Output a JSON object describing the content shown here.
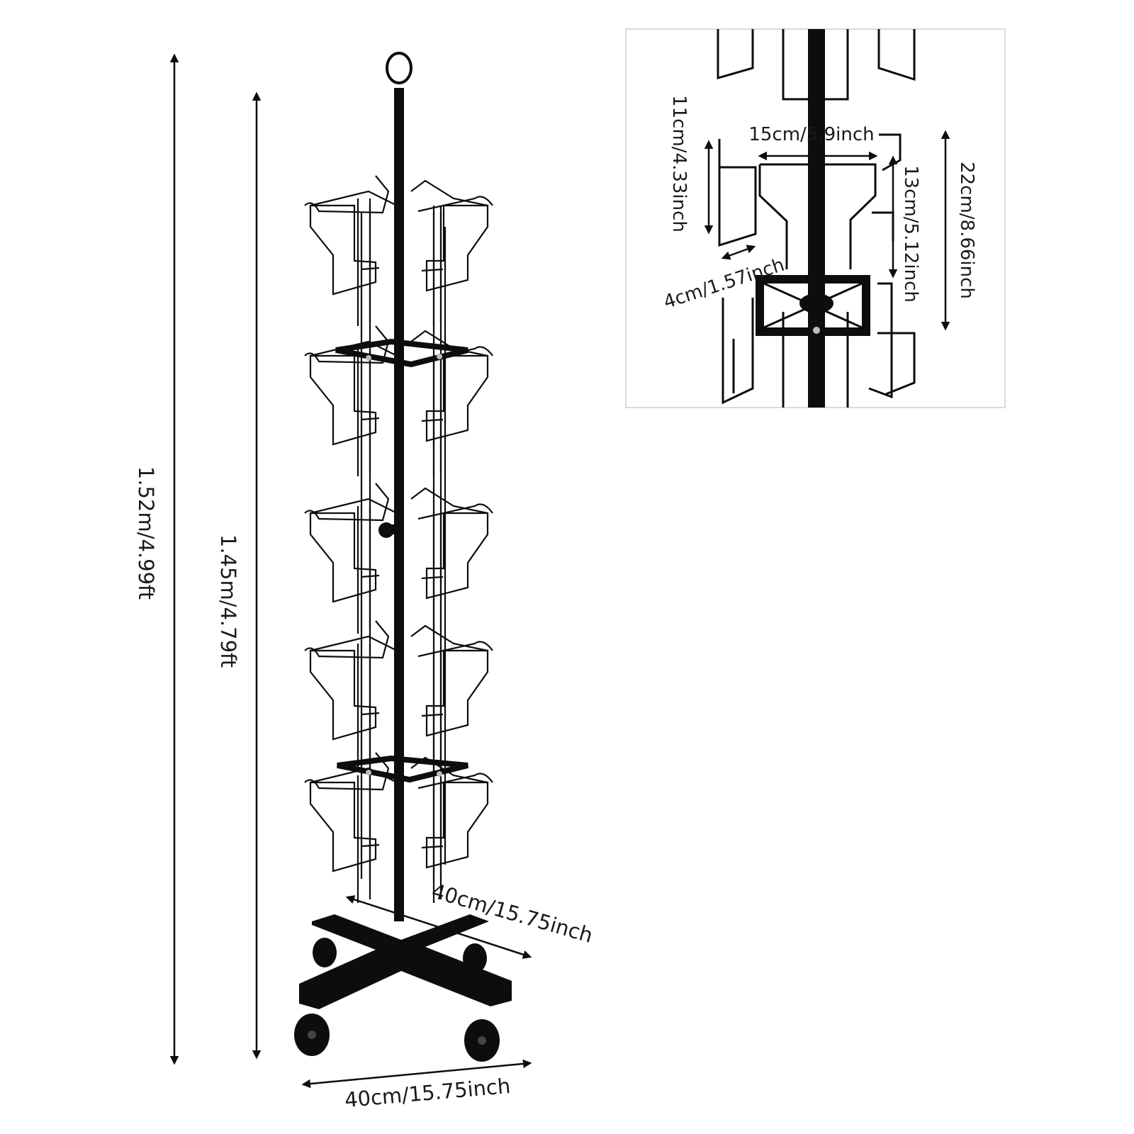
{
  "colors": {
    "metal": "#0d0d0d",
    "background": "#ffffff",
    "inset_border": "#cfcfcf",
    "text": "#1a1a1a"
  },
  "main_figure": {
    "total_height": "1.52m/4.99ft",
    "rack_height": "1.45m/4.79ft",
    "base_depth": "40cm/15.75inch",
    "base_width": "40cm/15.75inch",
    "tier_count": 5,
    "pockets_per_tier": 4
  },
  "detail_inset": {
    "pocket_height": "11cm/4.33inch",
    "pocket_width": "15cm/5.9inch",
    "pocket_depth": "4cm/1.57inch",
    "back_height": "13cm/5.12inch",
    "tier_spacing": "22cm/8.66inch"
  }
}
